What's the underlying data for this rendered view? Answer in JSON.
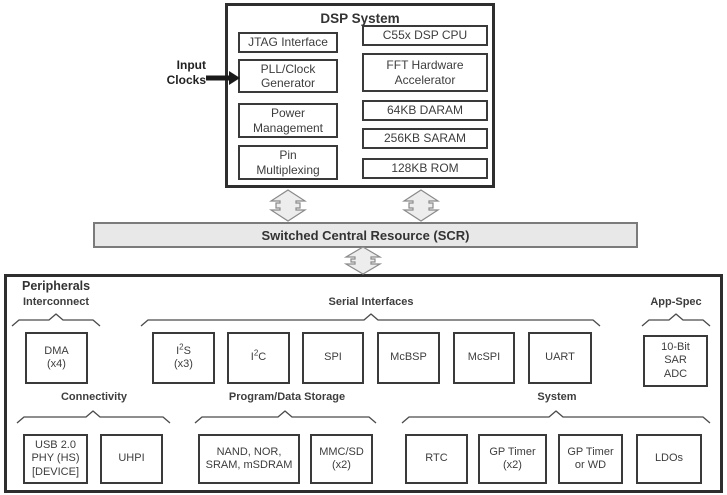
{
  "diagram": {
    "dsp_system": {
      "title": "DSP System",
      "left_blocks": [
        {
          "label": "JTAG Interface"
        },
        {
          "label": "PLL/Clock\nGenerator"
        },
        {
          "label": "Power\nManagement"
        },
        {
          "label": "Pin\nMultiplexing"
        }
      ],
      "right_blocks": [
        {
          "label": "C55x DSP CPU"
        },
        {
          "label": "FFT Hardware\nAccelerator"
        },
        {
          "label": "64KB DARAM"
        },
        {
          "label": "256KB SARAM"
        },
        {
          "label": "128KB ROM"
        }
      ]
    },
    "input_clocks_label": "Input\nClocks",
    "scr": {
      "label": "Switched Central Resource (SCR)"
    },
    "peripherals": {
      "title": "Peripherals",
      "groups": {
        "interconnect": {
          "label": "Interconnect"
        },
        "serial_interfaces": {
          "label": "Serial Interfaces"
        },
        "app_spec": {
          "label": "App-Spec"
        },
        "connectivity": {
          "label": "Connectivity"
        },
        "program_data_storage": {
          "label": "Program/Data Storage"
        },
        "system": {
          "label": "System"
        }
      },
      "blocks": {
        "dma": {
          "label": "DMA\n(x4)"
        },
        "i2s": {
          "pre": "I",
          "sup": "2",
          "post": "S",
          "qty": "(x3)"
        },
        "i2c": {
          "pre": "I",
          "sup": "2",
          "post": "C"
        },
        "spi": {
          "label": "SPI"
        },
        "mcbsp": {
          "label": "McBSP"
        },
        "mcspi": {
          "label": "McSPI"
        },
        "uart": {
          "label": "UART"
        },
        "adc": {
          "label": "10-Bit\nSAR\nADC"
        },
        "usb": {
          "label": "USB 2.0\nPHY (HS)\n[DEVICE]"
        },
        "uhpi": {
          "label": "UHPI"
        },
        "nand": {
          "label": "NAND, NOR,\nSRAM, mSDRAM"
        },
        "mmcsd": {
          "label": "MMC/SD\n(x2)"
        },
        "rtc": {
          "label": "RTC"
        },
        "gp_timer": {
          "label": "GP Timer\n(x2)"
        },
        "gp_timer_wd": {
          "label": "GP Timer\nor WD"
        },
        "ldos": {
          "label": "LDOs"
        }
      }
    },
    "colors": {
      "block_border": "#3a3a3a",
      "outer_border": "#2e2e2e",
      "scr_fill": "#e8e8e8",
      "scr_border": "#7b7b7b",
      "arrow_fill": "#ededed",
      "arrow_stroke": "#8a8a8a",
      "brace_stroke": "#4a4a4a",
      "text": "#3d3d3d"
    }
  }
}
